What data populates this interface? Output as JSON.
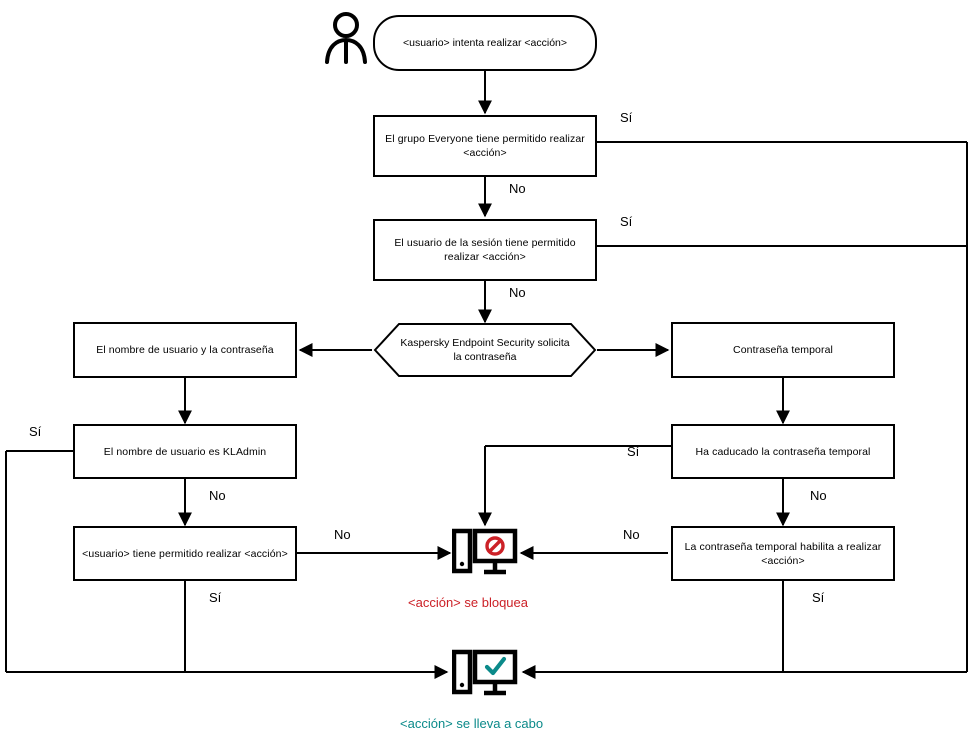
{
  "diagram": {
    "title": "Flujo de autorizacion de contrasena de Kaspersky Endpoint Security",
    "language": "es",
    "colors": {
      "stroke": "#000000",
      "blocked": "#cc2127",
      "success": "#0b8a8a",
      "background": "#ffffff"
    },
    "nodes": [
      {
        "id": "start",
        "shape": "stadium",
        "text": "<usuario> intenta realizar <acción>"
      },
      {
        "id": "everyone",
        "shape": "rect",
        "text": "El grupo Everyone tiene permitido realizar <acción>"
      },
      {
        "id": "session",
        "shape": "rect",
        "text": "El usuario de la sesión tiene permitido realizar <acción>"
      },
      {
        "id": "prompt",
        "shape": "hexagon",
        "text": "Kaspersky Endpoint Security solicita la contraseña"
      },
      {
        "id": "credentials",
        "shape": "rect",
        "text": "El nombre de usuario y la contraseña"
      },
      {
        "id": "temp",
        "shape": "rect",
        "text": "Contraseña temporal"
      },
      {
        "id": "kladmin",
        "shape": "rect",
        "text": "El nombre de usuario es KLAdmin"
      },
      {
        "id": "expired",
        "shape": "rect",
        "text": "Ha caducado la contraseña temporal"
      },
      {
        "id": "userallowed",
        "shape": "rect",
        "text": "<usuario> tiene permitido realizar <acción>"
      },
      {
        "id": "tempenables",
        "shape": "rect",
        "text": "La contraseña temporal habilita a realizar <acción>"
      }
    ],
    "edge_labels": {
      "everyone_yes": "Sí",
      "everyone_no": "No",
      "session_yes": "Sí",
      "session_no": "No",
      "kladmin_yes": "Sí",
      "kladmin_no": "No",
      "userallowed_no": "No",
      "userallowed_yes": "Sí",
      "expired_yes": "Sí",
      "expired_no": "No",
      "tempenables_no": "No",
      "tempenables_yes": "Sí"
    },
    "terminals": {
      "blocked_label": "<acción> se bloquea",
      "success_label": "<acción> se lleva a cabo",
      "blocked_icon": "computer-blocked-icon",
      "success_icon": "computer-check-icon",
      "actor_icon": "user-icon"
    }
  }
}
